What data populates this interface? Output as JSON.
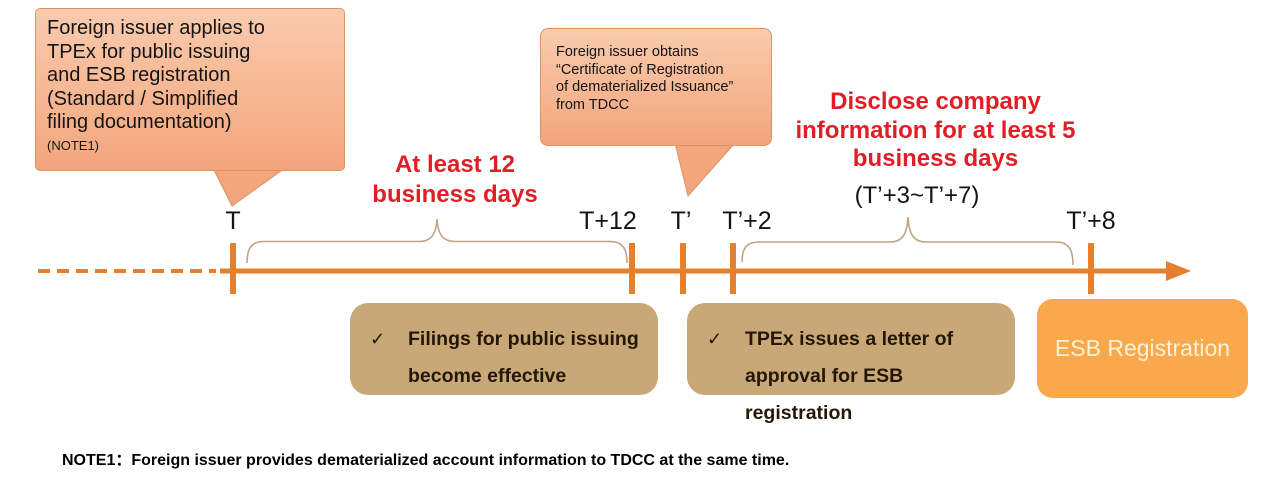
{
  "callouts": {
    "application": {
      "text": "Foreign issuer applies to\nTPEx for public issuing\nand ESB registration\n(Standard / Simplified\nfiling documentation)",
      "note_ref": "(NOTE1)"
    },
    "certificate": {
      "text": "Foreign issuer obtains\n “Certificate of Registration\nof dematerialized Issuance”\nfrom TDCC"
    }
  },
  "periods": {
    "filing_review": {
      "heading": "At least 12\nbusiness days"
    },
    "disclosure": {
      "heading": "Disclose company\ninformation for at least 5\nbusiness days",
      "range": "(T’+3~T’+7)"
    }
  },
  "timeline": {
    "ticks": [
      {
        "label": "T"
      },
      {
        "label": "T+12"
      },
      {
        "label": "T’"
      },
      {
        "label": "T’+2"
      },
      {
        "label": "T’+8"
      }
    ]
  },
  "boxes": {
    "filings_effective": {
      "check_icon": "✓",
      "text": "Filings for public issuing\nbecome effective"
    },
    "tpex_approval": {
      "check_icon": "✓",
      "text": "TPEx issues a letter of\napproval for ESB registration"
    },
    "esb_registration": {
      "label": "ESB Registration"
    }
  },
  "footnote": {
    "text": "NOTE1：Foreign issuer provides dematerialized account information to TDCC at the same time."
  },
  "colors": {
    "timeline_orange": "#E5812E",
    "callout_fill_top": "#F9CBAE",
    "callout_fill_bottom": "#F3A57C",
    "callout_border": "#DC9463",
    "tan_box": "#C8A876",
    "esb_box": "#F9A84B",
    "esb_text": "#FCF2DB",
    "red_text": "#E01E25",
    "brace": "#C2A384"
  }
}
